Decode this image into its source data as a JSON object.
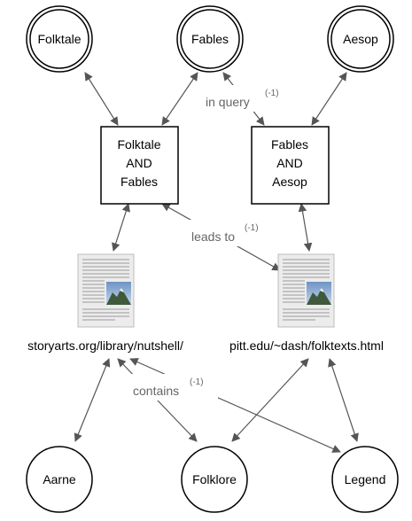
{
  "terms": {
    "folktale": "Folktale",
    "fables": "Fables",
    "aesop": "Aesop",
    "aarne": "Aarne",
    "folklore": "Folklore",
    "legend": "Legend"
  },
  "queries": {
    "q1": [
      "Folktale",
      "AND",
      "Fables"
    ],
    "q2": [
      "Fables",
      "AND",
      "Aesop"
    ]
  },
  "pages": {
    "p1": "storyarts.org/library/nutshell/",
    "p2": "pitt.edu/~dash/folktexts.html"
  },
  "edge_labels": {
    "in_query": "in query",
    "in_query_sup": "(-1)",
    "leads_to": "leads to",
    "leads_to_sup": "(-1)",
    "contains": "contains",
    "contains_sup": "(-1)"
  }
}
